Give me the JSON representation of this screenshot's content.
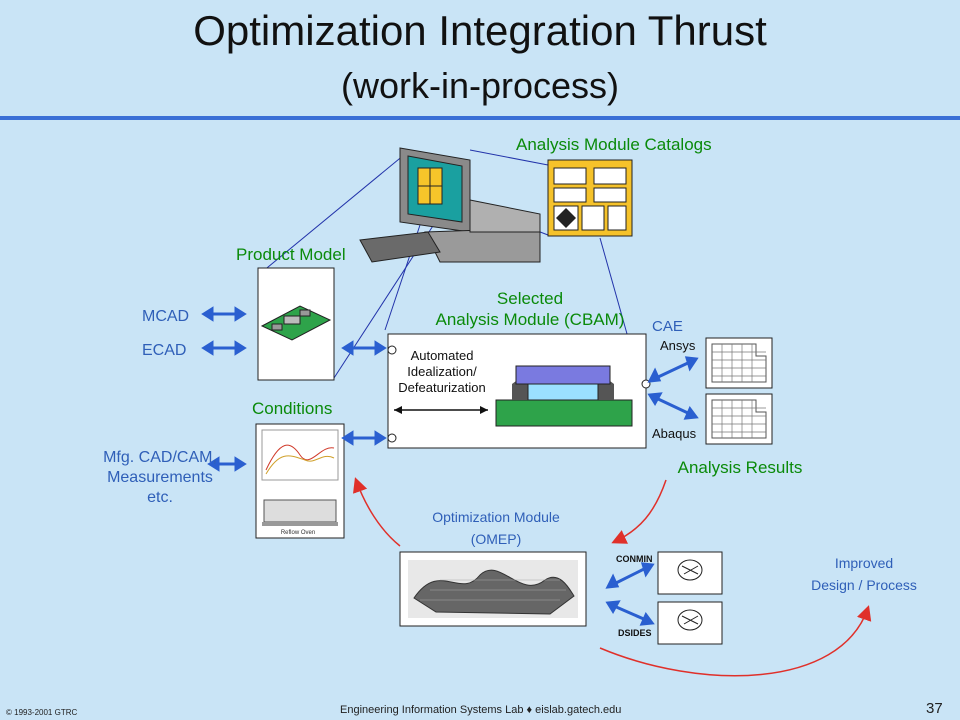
{
  "title": "Optimization Integration Thrust",
  "subtitle": "(work-in-process)",
  "labels": {
    "analysis_module_catalogs": "Analysis Module Catalogs",
    "product_model": "Product Model",
    "selected_line1": "Selected",
    "selected_line2": "Analysis Module (CBAM)",
    "conditions": "Conditions",
    "mcad": "MCAD",
    "ecad": "ECAD",
    "mfg_line1": "Mfg. CAD/CAM,",
    "mfg_line2": "Measurements",
    "mfg_line3": "etc.",
    "cae": "CAE",
    "ansys": "Ansys",
    "abaqus": "Abaqus",
    "automated_line1": "Automated",
    "automated_line2": "Idealization/",
    "automated_line3": "Defeaturization",
    "analysis_results": "Analysis Results",
    "optimization_line1": "Optimization Module",
    "optimization_line2": "(OMEP)",
    "conmin": "CONMIN",
    "dsides": "DSIDES",
    "improved_line1": "Improved",
    "improved_line2": "Design / Process",
    "reflow_oven": "Reflow Oven"
  },
  "footer": {
    "left": "© 1993-2001  GTRC",
    "center": "Engineering Information Systems Lab ♦ eislab.gatech.edu",
    "page": "37"
  },
  "colors": {
    "background": "#c9e4f6",
    "accent_rule": "#3a6fd6",
    "green_label": "#0a8a0a",
    "blue_label": "#2f5fb8",
    "red_arrow": "#e0302a",
    "arrow_blue": "#2a5fd0",
    "catalog_yellow": "#f5c22a"
  }
}
